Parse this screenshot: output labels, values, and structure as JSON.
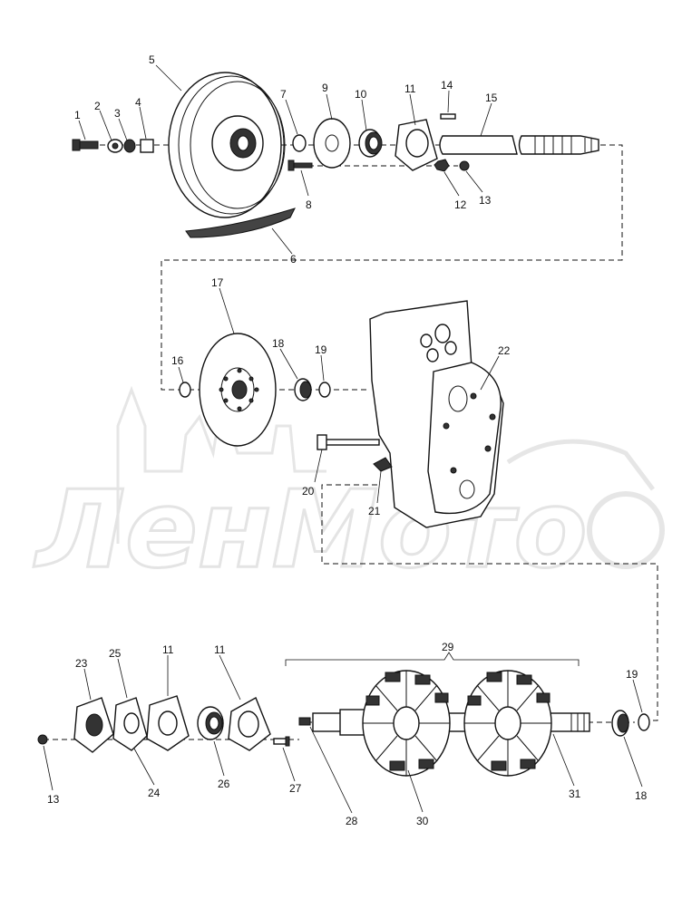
{
  "watermark": {
    "text": "ЛенМото"
  },
  "parts": [
    {
      "id": "p1",
      "label": "1"
    },
    {
      "id": "p2",
      "label": "2"
    },
    {
      "id": "p3",
      "label": "3"
    },
    {
      "id": "p4",
      "label": "4"
    },
    {
      "id": "p5",
      "label": "5"
    },
    {
      "id": "p6",
      "label": "6"
    },
    {
      "id": "p7",
      "label": "7"
    },
    {
      "id": "p8",
      "label": "8"
    },
    {
      "id": "p9",
      "label": "9"
    },
    {
      "id": "p10",
      "label": "10"
    },
    {
      "id": "p11a",
      "label": "11"
    },
    {
      "id": "p12",
      "label": "12"
    },
    {
      "id": "p13a",
      "label": "13"
    },
    {
      "id": "p14",
      "label": "14"
    },
    {
      "id": "p15",
      "label": "15"
    },
    {
      "id": "p16",
      "label": "16"
    },
    {
      "id": "p17",
      "label": "17"
    },
    {
      "id": "p18a",
      "label": "18"
    },
    {
      "id": "p19a",
      "label": "19"
    },
    {
      "id": "p20",
      "label": "20"
    },
    {
      "id": "p21",
      "label": "21"
    },
    {
      "id": "p22",
      "label": "22"
    },
    {
      "id": "p23",
      "label": "23"
    },
    {
      "id": "p24",
      "label": "24"
    },
    {
      "id": "p25",
      "label": "25"
    },
    {
      "id": "p11b",
      "label": "11"
    },
    {
      "id": "p11c",
      "label": "11"
    },
    {
      "id": "p26",
      "label": "26"
    },
    {
      "id": "p27",
      "label": "27"
    },
    {
      "id": "p28",
      "label": "28"
    },
    {
      "id": "p29",
      "label": "29"
    },
    {
      "id": "p30",
      "label": "30"
    },
    {
      "id": "p31",
      "label": "31"
    },
    {
      "id": "p18b",
      "label": "18"
    },
    {
      "id": "p19b",
      "label": "19"
    },
    {
      "id": "p13b",
      "label": "13"
    }
  ]
}
